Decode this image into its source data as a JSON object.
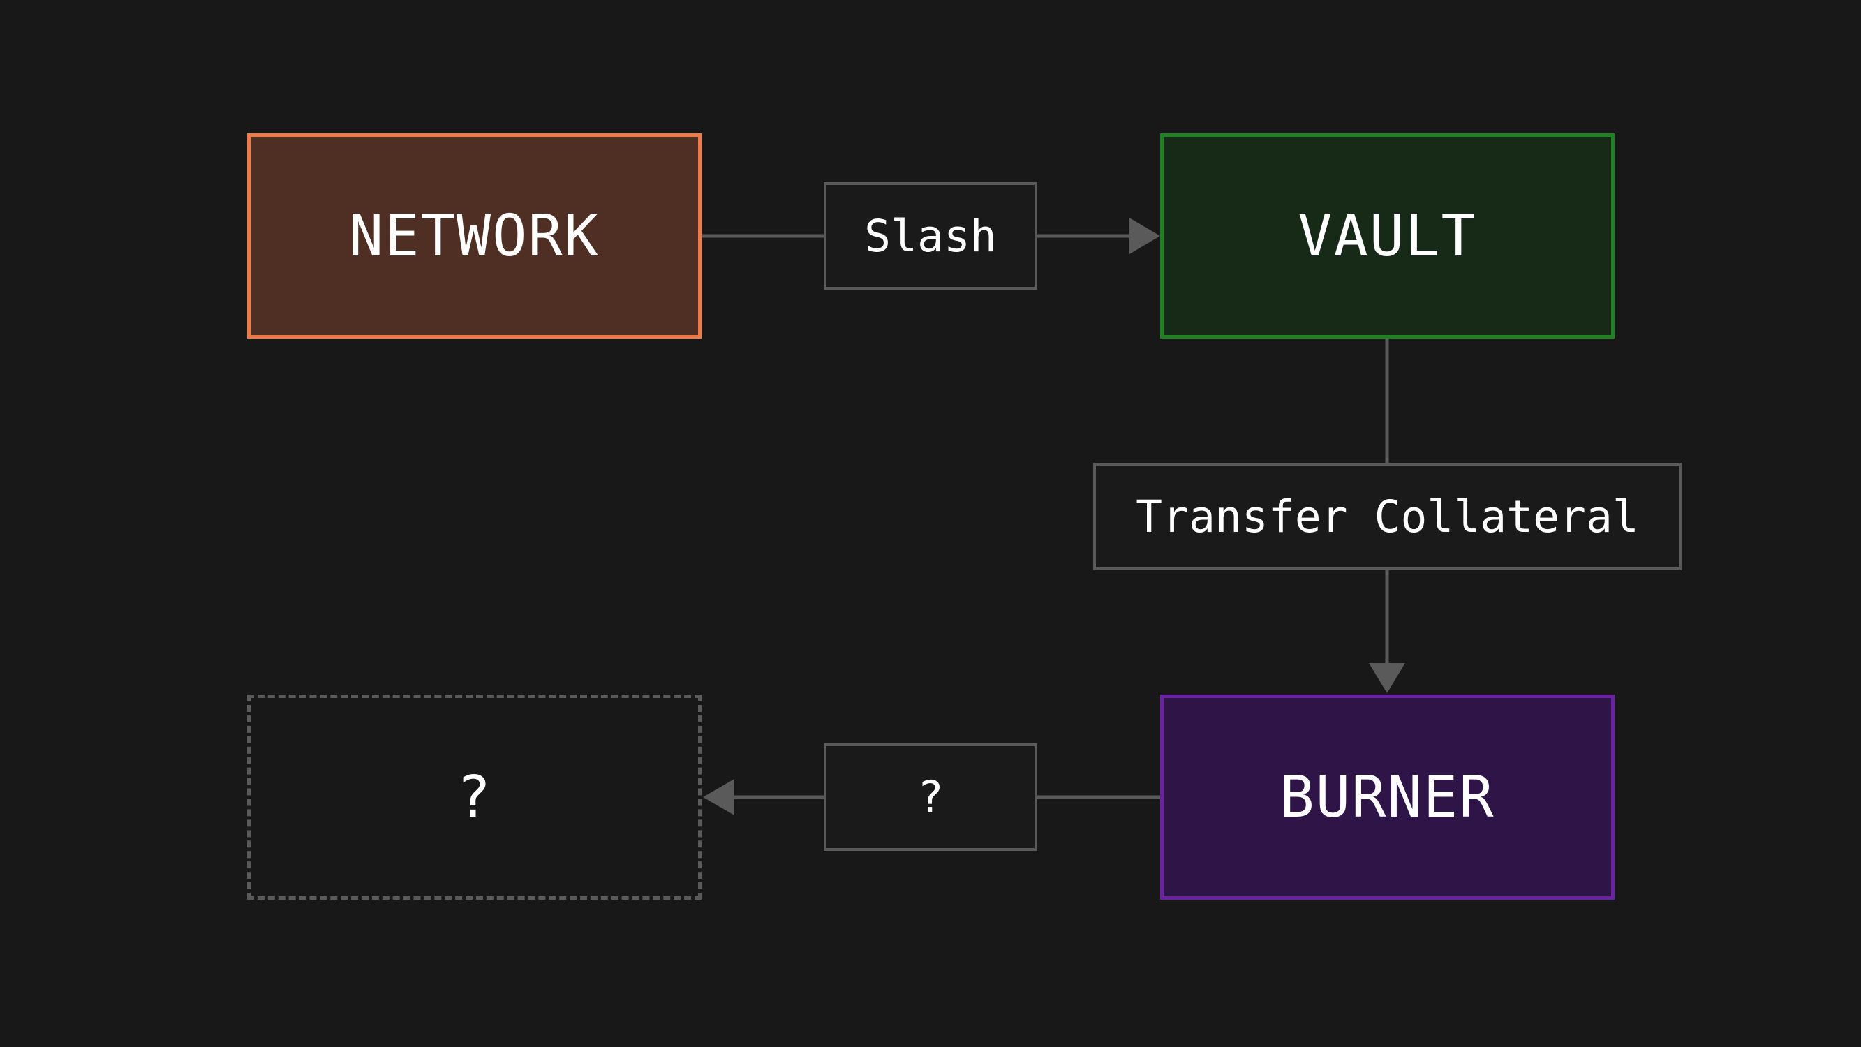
{
  "nodes": {
    "network": {
      "label": "NETWORK",
      "border_color": "#f07a45",
      "fill_color": "#4f2f24"
    },
    "vault": {
      "label": "VAULT",
      "border_color": "#1f8220",
      "fill_color": "#172a18"
    },
    "burner": {
      "label": "BURNER",
      "border_color": "#6a22a3",
      "fill_color": "#2f1447"
    },
    "unknown": {
      "label": "?",
      "border_color": "#5a5a5a",
      "border_style": "dashed"
    }
  },
  "edges": {
    "slash": {
      "label": "Slash",
      "from": "NETWORK",
      "to": "VAULT"
    },
    "transfer": {
      "label": "Transfer Collateral",
      "from": "VAULT",
      "to": "BURNER"
    },
    "unknown": {
      "label": "?",
      "from": "BURNER",
      "to": "?"
    }
  },
  "colors": {
    "background": "#181818",
    "connector": "#5a5a5a",
    "text": "#ffffff"
  }
}
